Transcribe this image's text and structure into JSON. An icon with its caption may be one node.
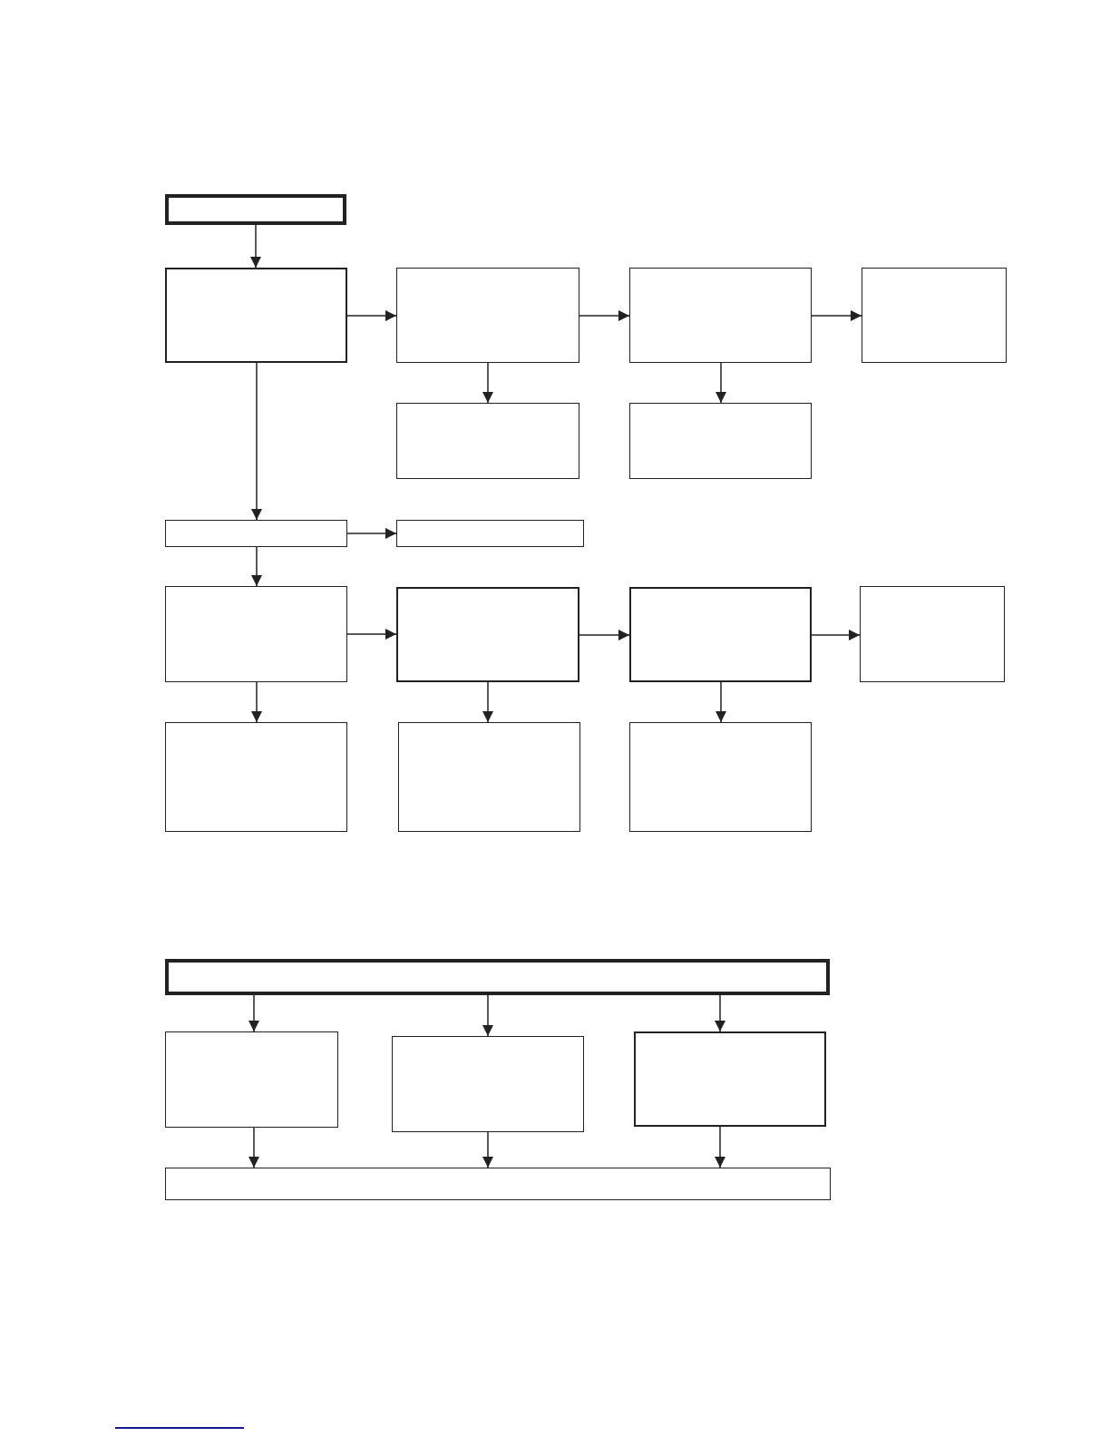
{
  "diagram": {
    "nodes": [
      {
        "text": [],
        "shape": "box"
      },
      {
        "text": [],
        "shape": "box"
      },
      {
        "text": [],
        "shape": "box"
      },
      {
        "text": [],
        "shape": "box"
      },
      {
        "text": [],
        "shape": "box"
      },
      {
        "text": [],
        "shape": "box"
      },
      {
        "text": [],
        "shape": "box"
      },
      {
        "text": [],
        "shape": "box"
      },
      {
        "text": [],
        "shape": "box"
      },
      {
        "text": [],
        "shape": "box"
      },
      {
        "text": [],
        "shape": "box"
      },
      {
        "text": [],
        "shape": "box"
      },
      {
        "text": [],
        "shape": "box"
      },
      {
        "text": [],
        "shape": "box"
      },
      {
        "text": [],
        "shape": "box"
      },
      {
        "text": [],
        "shape": "box"
      },
      {
        "text": [],
        "shape": "box"
      },
      {
        "text": [],
        "shape": "box"
      },
      {
        "text": [],
        "shape": "box"
      },
      {
        "text": [],
        "shape": "box"
      },
      {
        "text": [],
        "shape": "box"
      }
    ],
    "edges": [
      {
        "from": 0,
        "to": 1,
        "arrow": "to"
      },
      {
        "from": 1,
        "to": 2,
        "arrow": "to"
      },
      {
        "from": 2,
        "to": 3,
        "arrow": "to"
      },
      {
        "from": 3,
        "to": 4,
        "arrow": "to"
      },
      {
        "from": 2,
        "to": 5,
        "arrow": "to"
      },
      {
        "from": 3,
        "to": 6,
        "arrow": "to"
      },
      {
        "from": 1,
        "to": 7,
        "arrow": "to"
      },
      {
        "from": 7,
        "to": 8,
        "arrow": "to"
      },
      {
        "from": 7,
        "to": 9,
        "arrow": "to"
      },
      {
        "from": 9,
        "to": 10,
        "arrow": "to"
      },
      {
        "from": 10,
        "to": 11,
        "arrow": "to"
      },
      {
        "from": 11,
        "to": 12,
        "arrow": "to"
      },
      {
        "from": 9,
        "to": 13,
        "arrow": "to"
      },
      {
        "from": 10,
        "to": 14,
        "arrow": "to"
      },
      {
        "from": 11,
        "to": 15,
        "arrow": "to"
      },
      {
        "from": 16,
        "to": 17,
        "arrow": "to"
      },
      {
        "from": 16,
        "to": 18,
        "arrow": "to"
      },
      {
        "from": 16,
        "to": 19,
        "arrow": "to"
      },
      {
        "from": 17,
        "to": 20,
        "arrow": "to"
      },
      {
        "from": 18,
        "to": 20,
        "arrow": "to"
      },
      {
        "from": 19,
        "to": 20,
        "arrow": "to"
      }
    ]
  }
}
